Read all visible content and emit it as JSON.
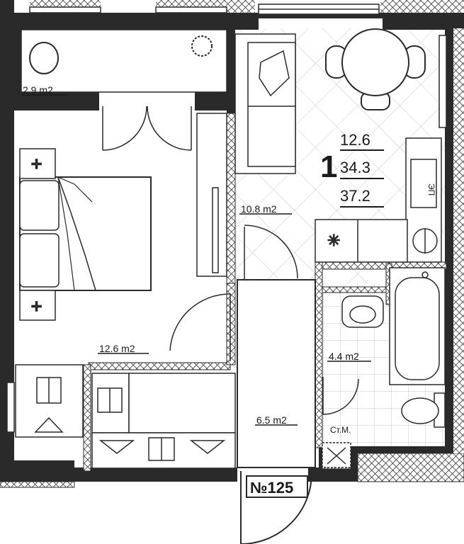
{
  "rooms": {
    "balcony_area": "2.9 m2",
    "bedroom_area": "12.6 m2",
    "kitchen_area": "10.8 m2",
    "bathroom_area": "4.4 m2",
    "hall_area": "6.5 m2"
  },
  "summary": {
    "rooms_count": "1",
    "living_area": "12.6",
    "usable_area": "34.3",
    "total_area": "37.2"
  },
  "labels": {
    "riser": "Ст.М.",
    "electric_stove": "ЭП",
    "apartment_number": "№125"
  }
}
